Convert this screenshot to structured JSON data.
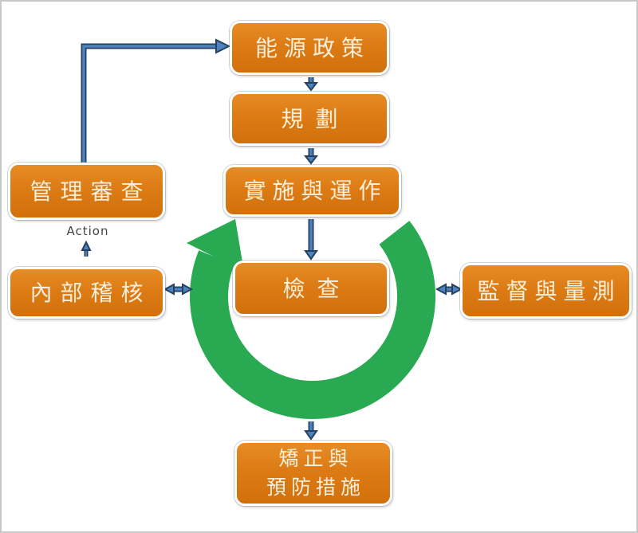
{
  "diagram": {
    "title_semantic": "energy-management-pdca-cycle",
    "colors": {
      "background": "#FFFFFF",
      "frame": "#C8C8C8",
      "node_fill_top": "#E78C25",
      "node_fill_bottom": "#D2700C",
      "node_border": "#FFFFFF",
      "node_text": "#F8EFDA",
      "connector_fill": "#4F81BD",
      "connector_outline": "#24425F",
      "cycle_green": "#2AA953",
      "cycle_outline": "#FFFFFF",
      "action_text": "#454545"
    },
    "nodes": {
      "energy_policy": {
        "label": "能源政策"
      },
      "planning": {
        "label": "規劃"
      },
      "implementation": {
        "label": "實施與運作"
      },
      "check": {
        "label": "檢查"
      },
      "management_review": {
        "label": "管理審查"
      },
      "internal_audit": {
        "label": "內部稽核"
      },
      "monitoring_measurement": {
        "label": "監督與量測"
      },
      "corrective_preventive": {
        "line1": "矯正與",
        "line2": "預防措施"
      }
    },
    "labels": {
      "action": "Action"
    },
    "connections": [
      {
        "from": "management_review",
        "to": "energy_policy",
        "style": "elbow-arrow"
      },
      {
        "from": "energy_policy",
        "to": "planning",
        "style": "arrow-down"
      },
      {
        "from": "planning",
        "to": "implementation",
        "style": "arrow-down"
      },
      {
        "from": "implementation",
        "to": "check",
        "style": "arrow-down"
      },
      {
        "from": "internal_audit",
        "to": "check",
        "style": "double-headed-arrow"
      },
      {
        "from": "check",
        "to": "monitoring_measurement",
        "style": "double-headed-arrow"
      },
      {
        "from": "cycle_arrow",
        "to": "corrective_preventive",
        "style": "arrow-down"
      },
      {
        "from": "internal_audit",
        "to": "management_review",
        "style": "arrow-up",
        "label": "Action"
      }
    ]
  }
}
